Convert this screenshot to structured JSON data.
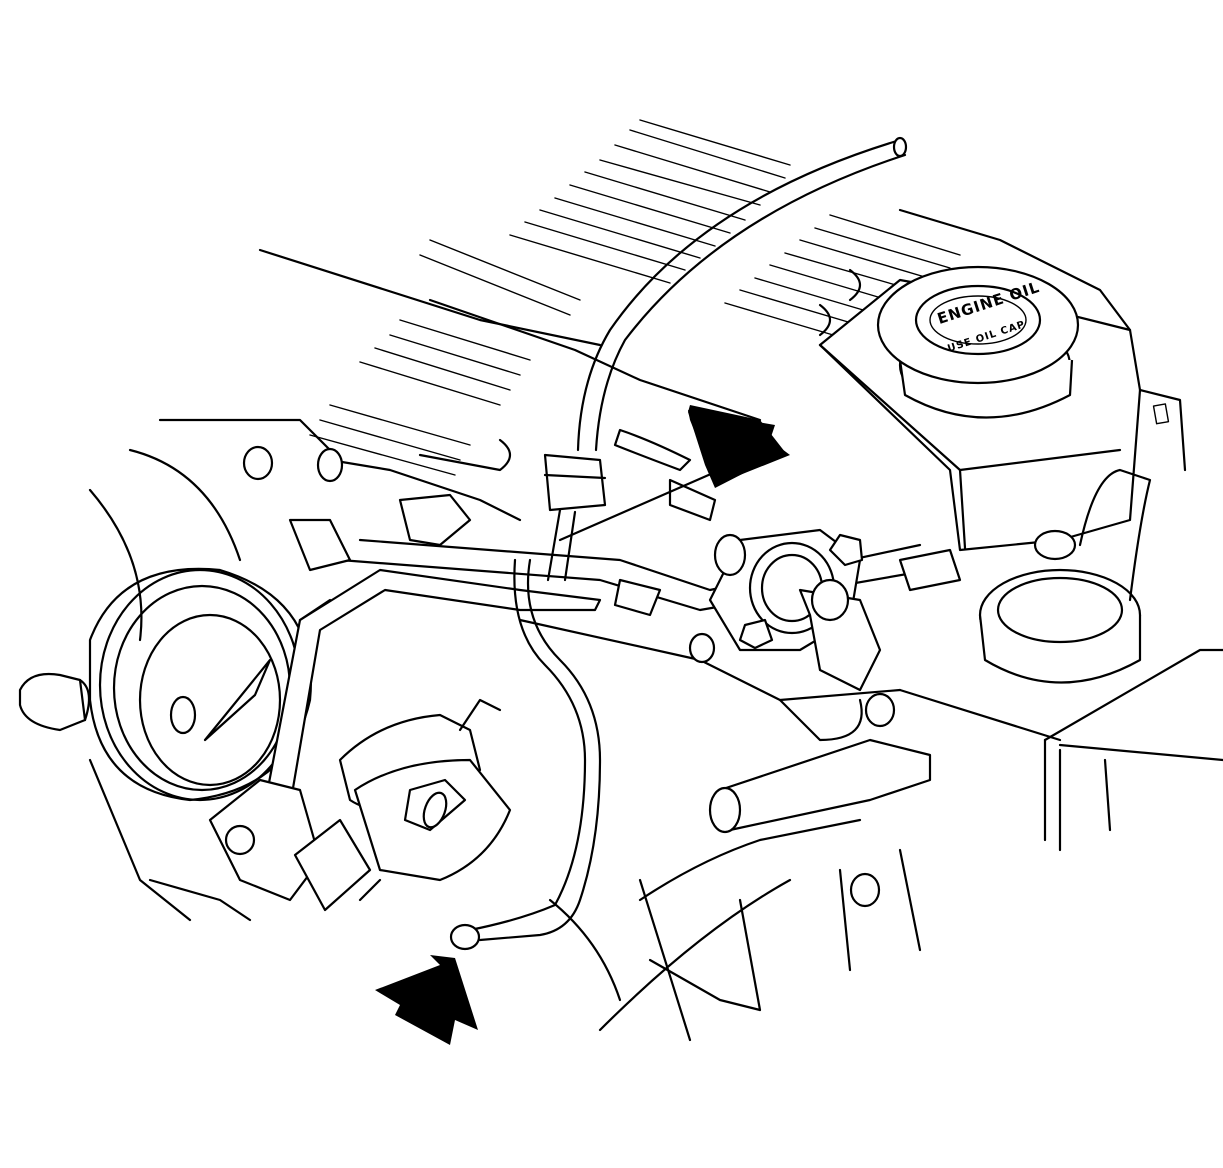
{
  "figure": {
    "oil_cap_text": "ENGINE OIL",
    "oil_cap_text_lower": "USE OIL CAP",
    "colors": {
      "line": "#000000",
      "background": "#ffffff",
      "callout_arrow": "#000000"
    }
  },
  "callouts": [
    {
      "id": "upper-arrow",
      "direction": "down-left"
    },
    {
      "id": "lower-arrow",
      "direction": "up-right"
    }
  ]
}
